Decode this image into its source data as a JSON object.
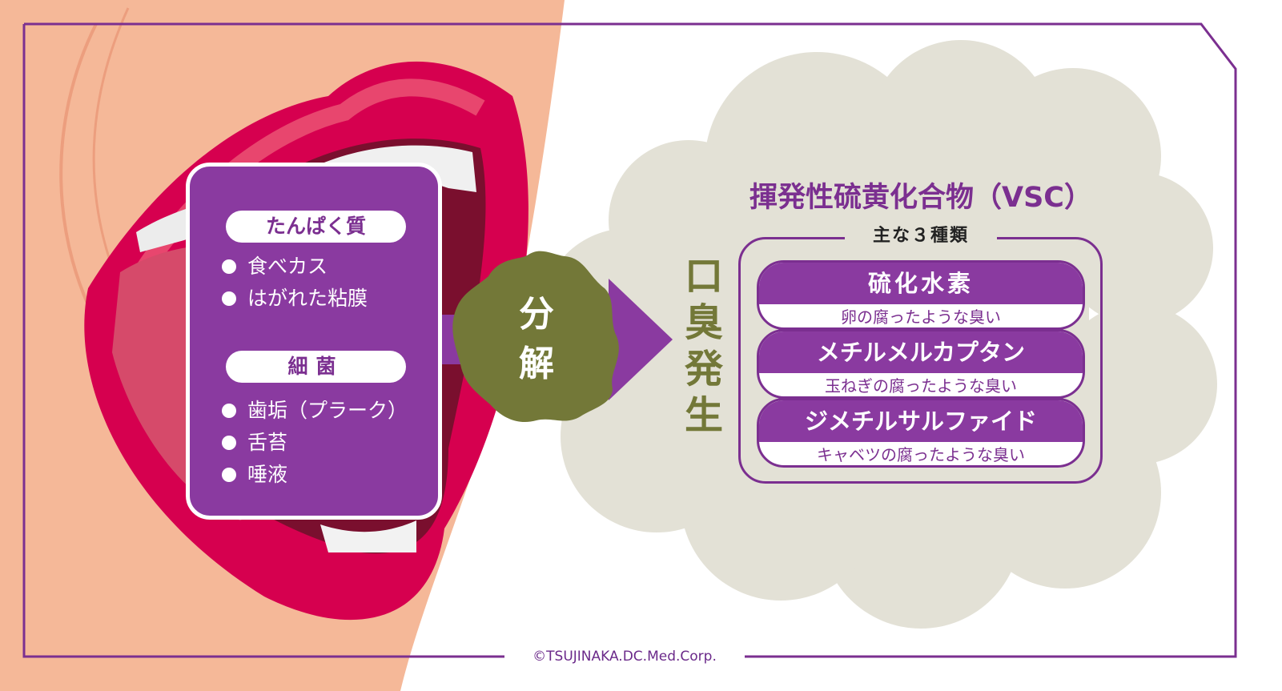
{
  "sources": {
    "protein": {
      "label": "たんぱく質",
      "items": [
        "食べカス",
        "はがれた粘膜"
      ]
    },
    "bacteria": {
      "label": "細菌",
      "items": [
        "歯垢（プラーク）",
        "舌苔",
        "唾液"
      ]
    }
  },
  "process": {
    "decomposition_chars": [
      "分",
      "解"
    ]
  },
  "result": {
    "halitosis_chars": [
      "口",
      "臭",
      "発",
      "生"
    ]
  },
  "vsc": {
    "title": "揮発性硫黄化合物（VSC）",
    "group_label": "主な３種類",
    "compounds": [
      {
        "name": "硫化水素",
        "description": "卵の腐ったような臭い"
      },
      {
        "name": "メチルメルカプタン",
        "description": "玉ねぎの腐ったような臭い"
      },
      {
        "name": "ジメチルサルファイド",
        "description": "キャベツの腐ったような臭い"
      }
    ]
  },
  "footer": {
    "copyright": "©TSUJINAKA.DC.Med.Corp."
  },
  "colors": {
    "purple": "#8a3aa0",
    "frame_purple": "#7b2f90",
    "olive": "#737838",
    "cloud": "#e3e1d6",
    "skin": "#f5b898",
    "lip": "#d6004f"
  }
}
